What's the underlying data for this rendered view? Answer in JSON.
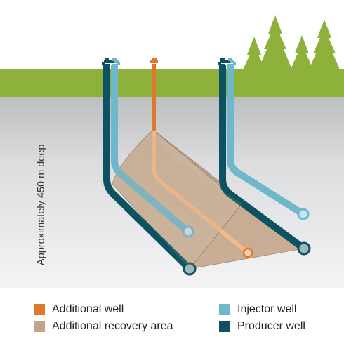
{
  "diagram": {
    "depth_label": "Approximately 450 m deep"
  },
  "legend": {
    "items": [
      {
        "label": "Additional well",
        "color": "#e0782b"
      },
      {
        "label": "Additional recovery area",
        "color": "#c4a58a"
      },
      {
        "label": "Injector well",
        "color": "#6fb7cb"
      },
      {
        "label": "Producer well",
        "color": "#0c5260"
      }
    ]
  },
  "colors": {
    "ground": "#8db13b",
    "subsurface": "#d9d9d9",
    "tree": "#8db13b",
    "injector": "#6fb7cb",
    "producer": "#0c5260",
    "additional_well": "#e0782b",
    "recovery_area": "#c4a58a"
  }
}
